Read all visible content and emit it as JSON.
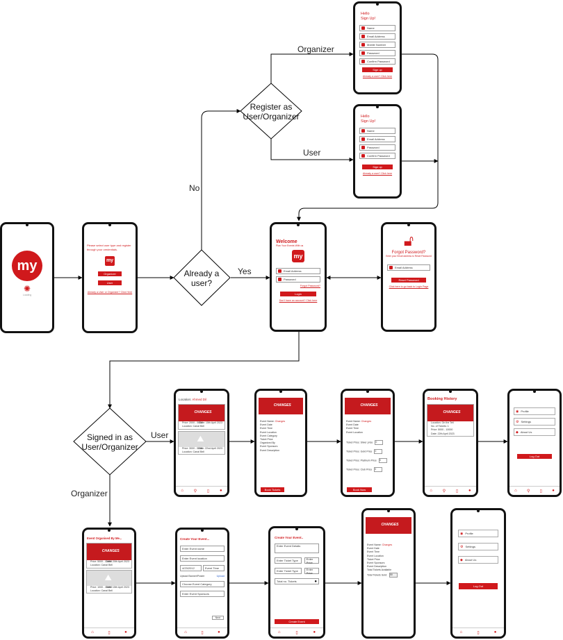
{
  "labels": {
    "organizer_top": "Organizer",
    "user_top": "User",
    "no": "No",
    "yes": "Yes",
    "user_mid": "User",
    "organizer_mid": "Organizer"
  },
  "decisions": {
    "register": [
      "Register as",
      "User/Organizer"
    ],
    "already": [
      "Already a",
      "user?"
    ],
    "signed": [
      "Signed in as",
      "User/Organizer"
    ]
  },
  "screens": {
    "signup_org": {
      "title": [
        "Hello",
        "Sign Up!"
      ],
      "fields": [
        "Name",
        "Email Address",
        "Mobile Number",
        "Password",
        "Confirm Password"
      ],
      "button": "Sign up",
      "link": "Already a user? Click here"
    },
    "signup_user": {
      "title": [
        "Hello",
        "Sign Up!"
      ],
      "fields": [
        "Name",
        "Email Address",
        "Password",
        "Confirm Password"
      ],
      "button": "Sign up",
      "link": "Already a user? Click here"
    },
    "splash": {
      "logo": "my",
      "caption": "Loading"
    },
    "choose": {
      "text": "Please select user type and register through your credentials.",
      "logo": "my",
      "btn_org": "Organizer",
      "btn_user": "User",
      "link": "Already a User or Organizer? Click Here"
    },
    "login": {
      "welcome": "Welcome",
      "subtitle": "Plan Your Events With us",
      "logo": "my",
      "fields": [
        "Email Address",
        "Password"
      ],
      "forgot": "Forgot Password?",
      "button": "Login",
      "link": "Don't have an account? Click here"
    },
    "forgot": {
      "title": "Forgot Password?",
      "subtitle": "Enter your Email address to Reset Password",
      "field": "Email Address",
      "button": "Reset Password",
      "link": "Click here to go back to Login Page"
    },
    "user_home": {
      "location_label": "Location:",
      "location_value": "Ahmed Dil",
      "banner": "CHANGES",
      "card1": [
        "Price: 2000 - 5000",
        "Date: 15th April 2023",
        "Location: Canal Bell"
      ],
      "card2": [
        "Price: 3000 - 5000",
        "Date: 22nd April 2023",
        "Location: Canal Bell"
      ]
    },
    "event_detail": {
      "banner": "CHANGES",
      "name_label": "Event Name:",
      "name_value": "Changes",
      "rows": [
        "Event Date",
        "Event Time",
        "Event Location",
        "Event Category",
        "Ticket Price",
        "Organized By",
        "Event Sponsors",
        "Event Description"
      ],
      "button": "Book Tickets"
    },
    "ticket_select": {
      "banner": "CHANGES",
      "name_label": "Event Name:",
      "name_value": "Changes",
      "rows": [
        "Event Date",
        "Event Time",
        "Event Location"
      ],
      "prices": [
        "Ticket Price: Silver price",
        "Ticket Price: Gold Price",
        "Ticket Price: Platinum Price",
        "Ticket Price: Club Price"
      ],
      "qty": "0",
      "button": "Book Now"
    },
    "booking_history": {
      "title": "Booking History",
      "banner": "CHANGES",
      "rows": [
        "Location: On the Tell",
        "No. of Tickets: 1",
        "Price: 5000 - 10000",
        "Date: 22th April 2023"
      ]
    },
    "user_menu": {
      "items": [
        "Profile",
        "Settings",
        "About Us"
      ],
      "button": "Log Out"
    },
    "org_home": {
      "header": "Event Organised By Me...",
      "banner": "CHANGES",
      "card1": [
        "Price: 5000 - 11000",
        "Date: 20th April 2023",
        "Location: Canal Bell"
      ],
      "card2": [
        "Price: 1000 - 15000",
        "Date: 15th April 2023",
        "Location: Canal Bell"
      ]
    },
    "create_event1": {
      "title": "Create Your Event...",
      "fields": [
        "Enter Event name",
        "Enter Event location",
        "Event Time"
      ],
      "date": "4/23/2012",
      "upload": "Upload Banner/Poster",
      "upload_link": "Upload",
      "category": "Choose Event Category",
      "sponsors": "Enter Event Sponsors",
      "next": "Next"
    },
    "create_event2": {
      "title": "Create Your Event..",
      "description": "Enter Event Details",
      "types": [
        "Enter Ticket Type",
        "Enter Price",
        "Enter Ticket Type",
        "Enter Price"
      ],
      "add": "Total no. Tickets",
      "button": "Create Event"
    },
    "org_event_detail": {
      "banner": "CHANGES",
      "name_label": "Event Name:",
      "name_value": "Changes",
      "rows": [
        "Event Date",
        "Event Time",
        "Event Location",
        "Ticket Price",
        "Event Sponsors",
        "Event Description",
        "Total Tickets Available"
      ],
      "sold_label": "Total Tickets Sold:",
      "sold_value": "50"
    },
    "org_menu": {
      "items": [
        "Profile",
        "Settings",
        "About Us"
      ],
      "button": "Log Out"
    }
  },
  "colors": {
    "brand_red": "#d0191c",
    "phone_body": "#111111",
    "line": "#000000"
  }
}
